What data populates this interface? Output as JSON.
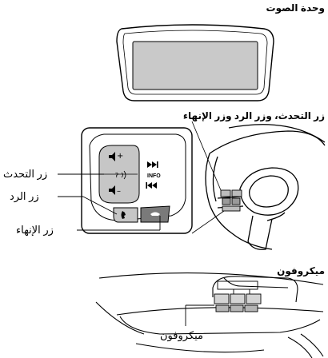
{
  "sections": {
    "audio_unit": {
      "title": "وحدة الصوت"
    },
    "buttons": {
      "title": "زر التحدث، وزر الرد وزر الإنهاء",
      "talk_label": "زر التحدث",
      "answer_label": "زر الرد",
      "end_label": "زر الإنهاء",
      "info_text": "INFO"
    },
    "microphone": {
      "title": "ميكروفون",
      "mic_label": "ميكروفون"
    }
  }
}
